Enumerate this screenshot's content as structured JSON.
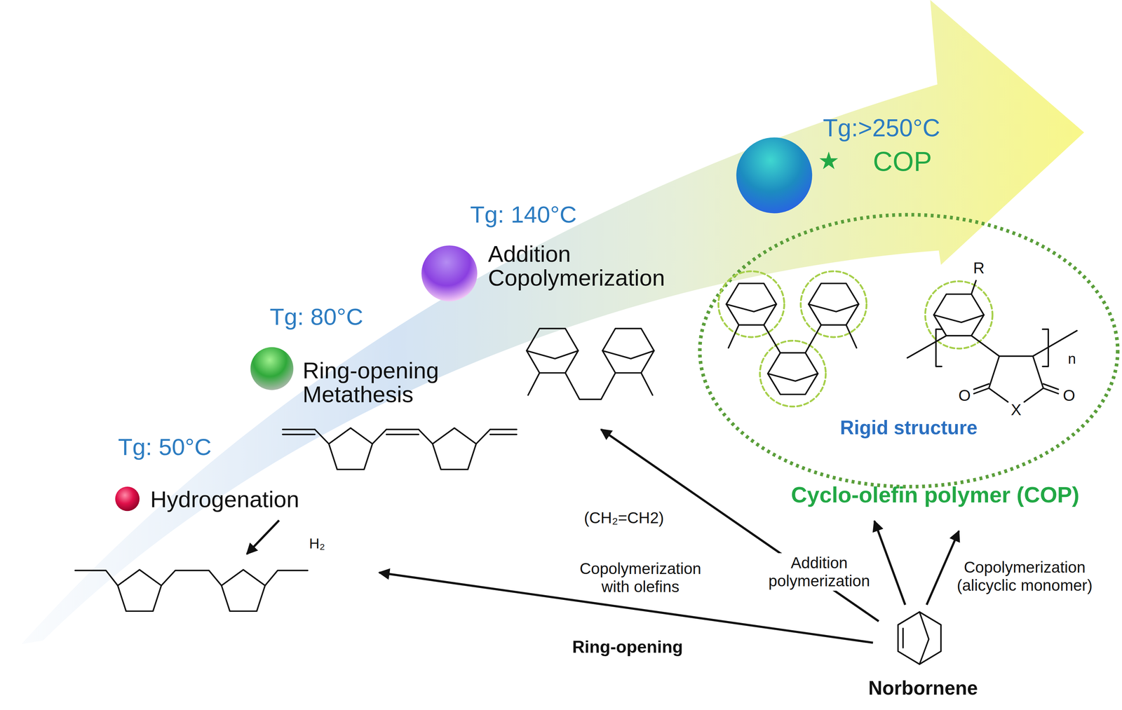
{
  "diagram": {
    "nodes": [
      {
        "text": [
          "Tg: 50°C",
          "Hydrogenation"
        ]
      },
      {
        "text": [
          "Tg: 80°C",
          "Ring-opening Metathesis"
        ]
      },
      {
        "text": [
          "Tg: 140°C",
          "Addition Copolymerization"
        ]
      },
      {
        "text": [
          "Tg:>250°C",
          "★",
          "COP"
        ]
      },
      {
        "text": [
          "Rigid structure",
          "Cyclo-olefin polymer (COP)"
        ]
      },
      {
        "text": [
          "Norbornene"
        ]
      }
    ],
    "edges": [
      {
        "from": 5,
        "to": 0,
        "arrow": "to",
        "label": "Ring-opening"
      },
      {
        "from": 1,
        "to": 0,
        "arrow": "to",
        "label": "H₂"
      },
      {
        "from": 5,
        "to": 2,
        "arrow": "to",
        "label": "Copolymerization with olefins"
      },
      {
        "from": 5,
        "to": 4,
        "arrow": "to",
        "label": "Addition polymerization"
      },
      {
        "from": 5,
        "to": 4,
        "arrow": "to",
        "label": "Copolymerization (alicyclic monomer)"
      }
    ],
    "labels": [
      "(CH₂=CH2)",
      "R",
      "O",
      "X",
      "O",
      "n"
    ]
  }
}
